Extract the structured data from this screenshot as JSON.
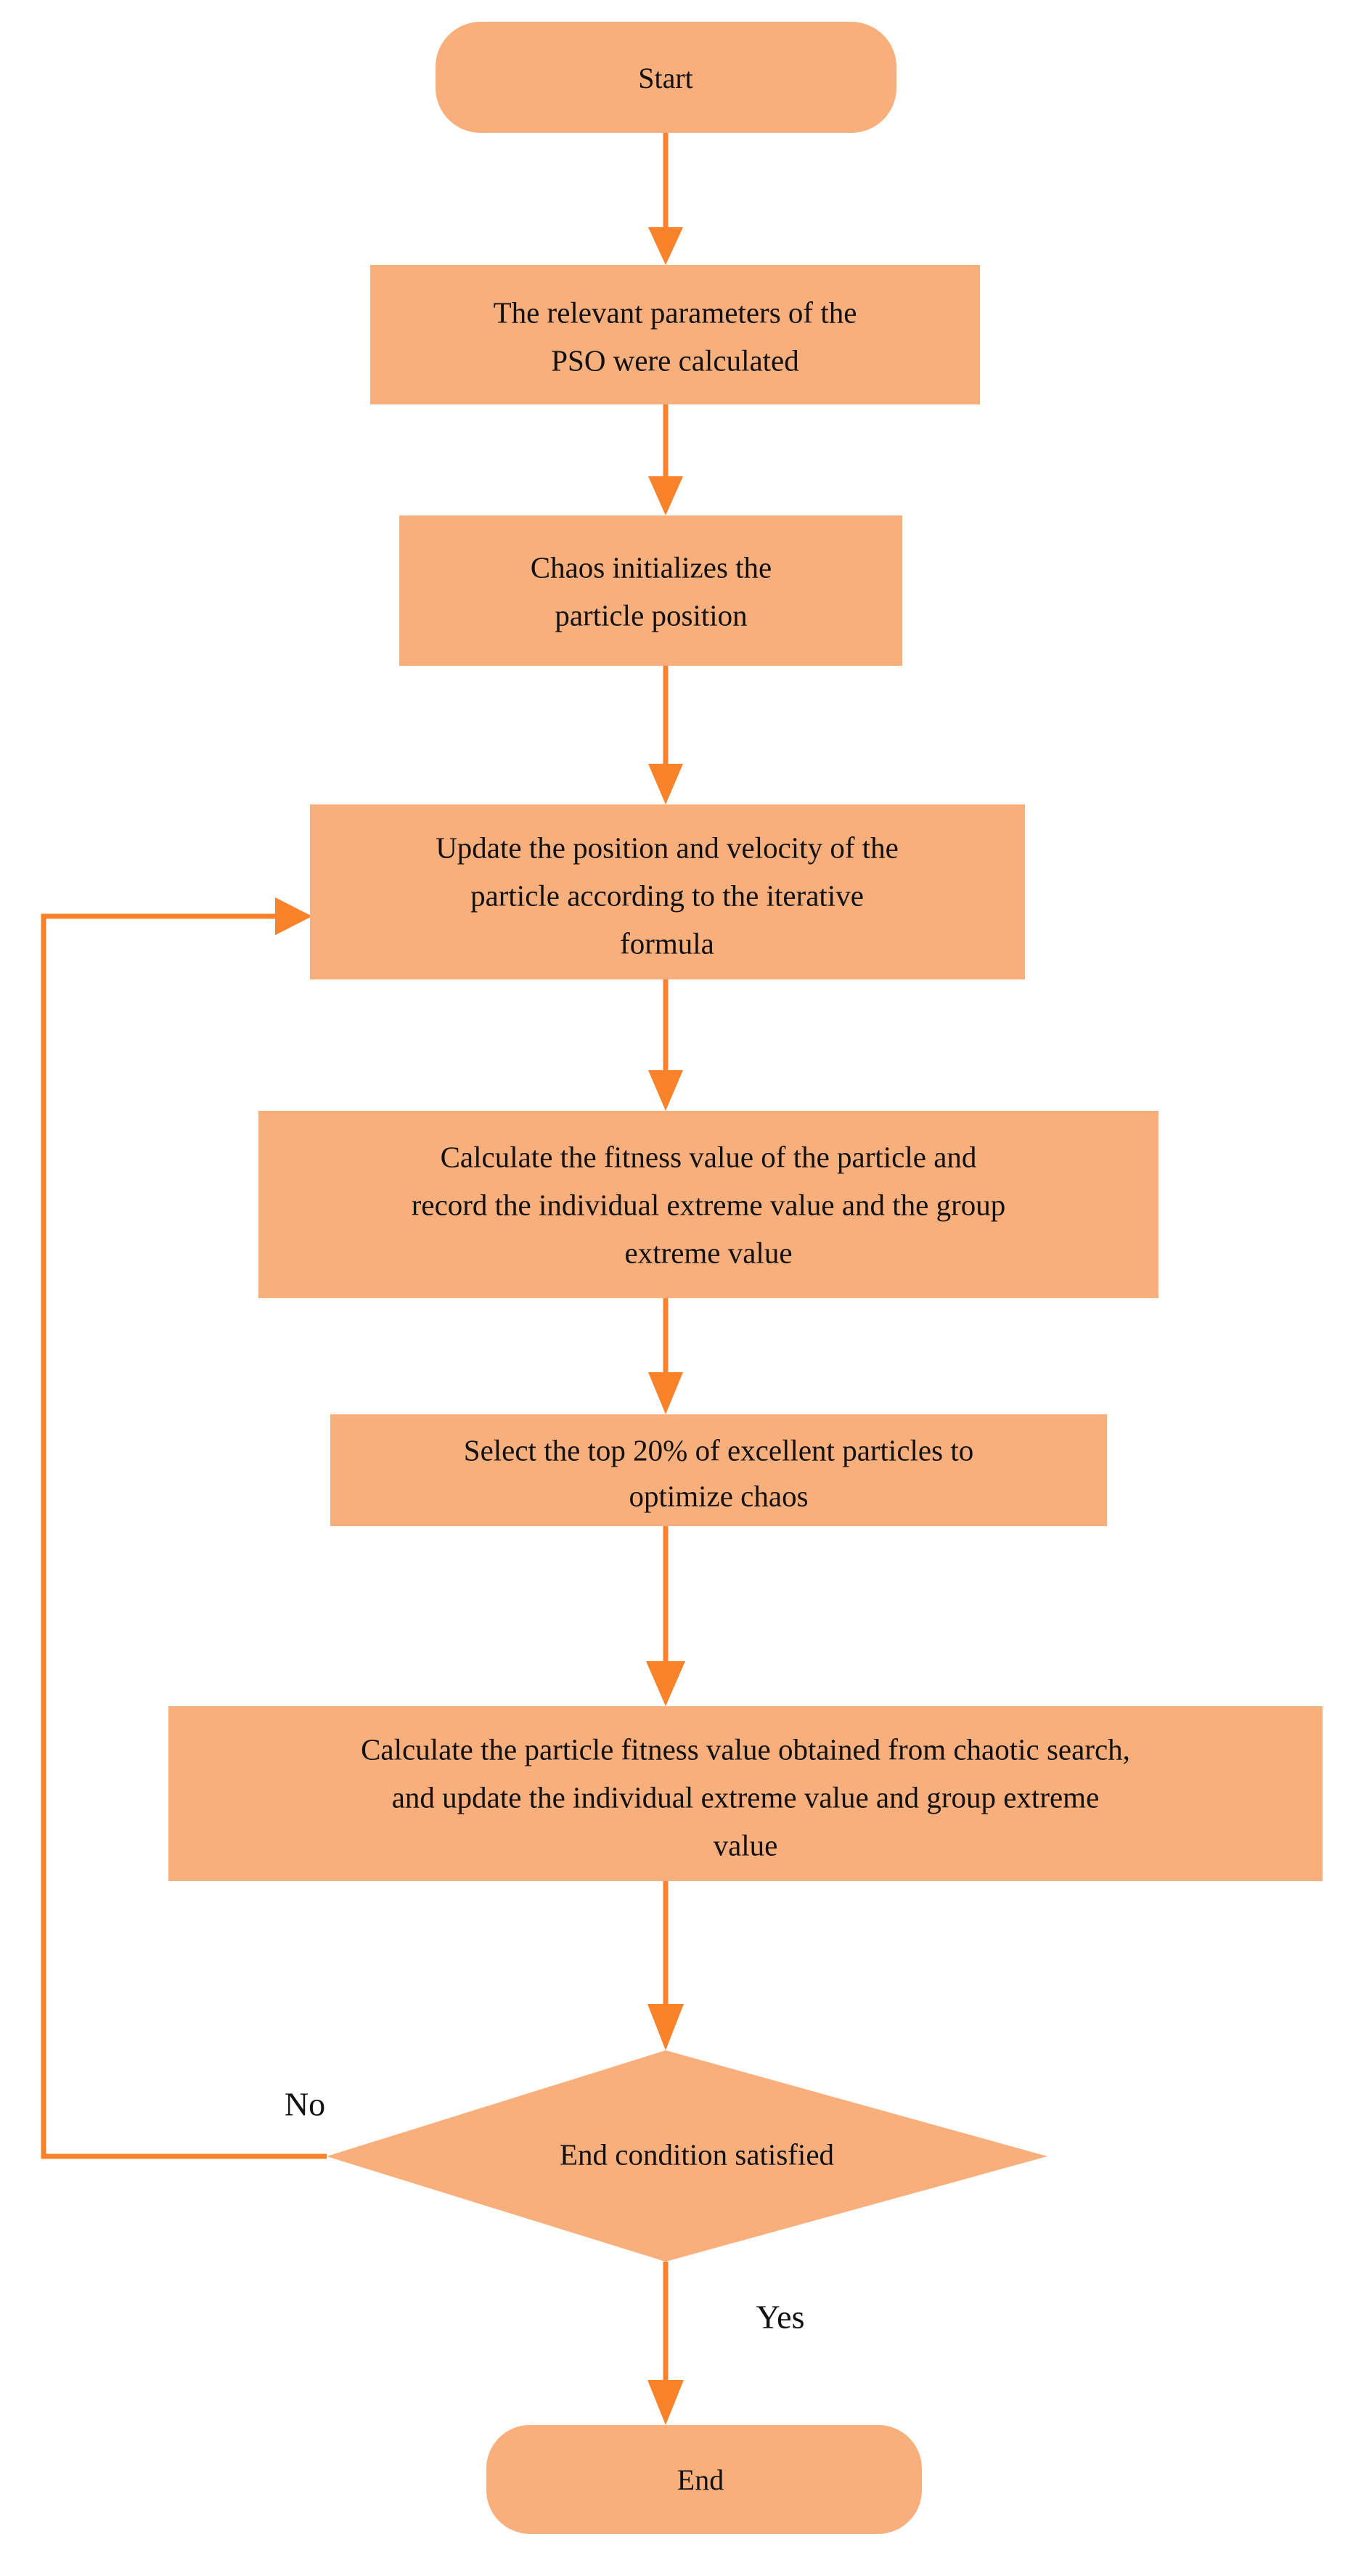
{
  "diagram": {
    "title": "Chaos-PSO algorithm flowchart",
    "type": "flowchart",
    "background_color": "#FFFFFF",
    "node_fill_color": "#F9AF7C",
    "connector_color": "#F9822B",
    "text_color": "#111111"
  },
  "nodes": [
    {
      "id": "start",
      "shape": "terminal",
      "label": "Start"
    },
    {
      "id": "params",
      "shape": "process",
      "label_lines": [
        "The relevant parameters of the",
        "PSO were calculated"
      ]
    },
    {
      "id": "chaos-init",
      "shape": "process",
      "label_lines": [
        "Chaos initializes the",
        "particle position"
      ]
    },
    {
      "id": "update-pv",
      "shape": "process",
      "label_lines": [
        "Update the position and velocity of the",
        "particle according to the iterative",
        "formula"
      ]
    },
    {
      "id": "calc-fitness",
      "shape": "process",
      "label_lines": [
        "Calculate the fitness value of the particle and",
        "record the individual extreme value and the group",
        "extreme value"
      ]
    },
    {
      "id": "select-top",
      "shape": "process",
      "label_lines": [
        "Select the top 20% of excellent particles to",
        "optimize chaos"
      ]
    },
    {
      "id": "chaotic-search",
      "shape": "process",
      "label_lines": [
        "Calculate the particle fitness value obtained from chaotic search,",
        "and update the individual extreme value and group extreme",
        "value"
      ]
    },
    {
      "id": "end-condition",
      "shape": "decision",
      "label": "End condition satisfied"
    },
    {
      "id": "end",
      "shape": "terminal",
      "label": "End"
    }
  ],
  "edges": [
    {
      "id": "e1",
      "from": "start",
      "to": "params",
      "label": ""
    },
    {
      "id": "e2",
      "from": "params",
      "to": "chaos-init",
      "label": ""
    },
    {
      "id": "e3",
      "from": "chaos-init",
      "to": "update-pv",
      "label": ""
    },
    {
      "id": "e4",
      "from": "update-pv",
      "to": "calc-fitness",
      "label": ""
    },
    {
      "id": "e5",
      "from": "calc-fitness",
      "to": "select-top",
      "label": ""
    },
    {
      "id": "e6",
      "from": "select-top",
      "to": "chaotic-search",
      "label": ""
    },
    {
      "id": "e7",
      "from": "chaotic-search",
      "to": "end-condition",
      "label": ""
    },
    {
      "id": "e8",
      "from": "end-condition",
      "to": "update-pv",
      "label": "No"
    },
    {
      "id": "e9",
      "from": "end-condition",
      "to": "end",
      "label": "Yes"
    }
  ],
  "edge_labels": {
    "no": "No",
    "yes": "Yes"
  },
  "node_text": {
    "start": "Start",
    "params_l1": "The relevant parameters of the",
    "params_l2": "PSO were calculated",
    "chaos_init_l1": "Chaos initializes the",
    "chaos_init_l2": "particle position",
    "update_l1": "Update the position and velocity of the",
    "update_l2": "particle according to the iterative",
    "update_l3": "formula",
    "fitness_l1": "Calculate the fitness value of the particle and",
    "fitness_l2": "record the individual extreme value and the group",
    "fitness_l3": "extreme value",
    "select_l1": "Select the top 20% of excellent particles to",
    "select_l2": "optimize chaos",
    "search_l1": "Calculate the particle fitness value obtained from chaotic search,",
    "search_l2": "and update the individual extreme value and group extreme",
    "search_l3": "value",
    "decision": "End condition satisfied",
    "end": "End"
  }
}
